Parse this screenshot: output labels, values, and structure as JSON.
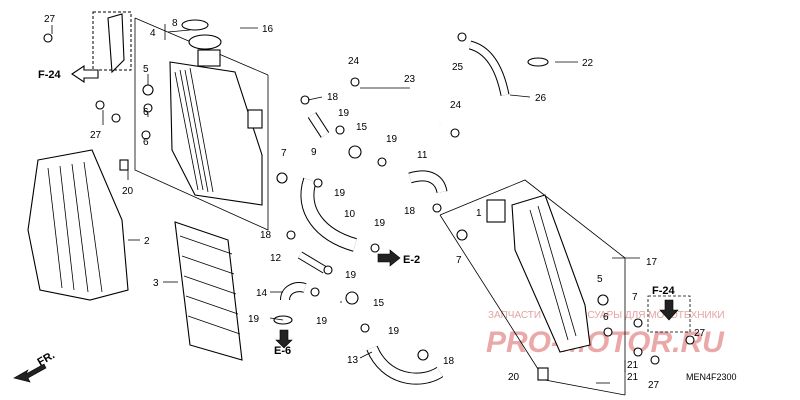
{
  "diagram": {
    "code": "MEN4F2300",
    "watermark": {
      "line1": "ЗАПЧАСТИ И АКСЕССУАРЫ ДЛЯ МОТОТЕХНИКИ",
      "line2": "PRO-MOTOR.RU"
    },
    "direction_label": "FR.",
    "refs": {
      "f24_left": "F-24",
      "f24_right": "F-24",
      "e2": "E-2",
      "e6": "E-6"
    },
    "callouts": {
      "c27a": "27",
      "c8": "8",
      "c4": "4",
      "c16": "16",
      "c24a": "24",
      "c25": "25",
      "c22": "22",
      "c5a": "5",
      "c23": "23",
      "c18a": "18",
      "c26": "26",
      "c6a": "6",
      "c27b": "27",
      "c19a": "19",
      "c24b": "24",
      "c15a": "15",
      "c6b": "6",
      "c9": "9",
      "c19b": "19",
      "c11": "11",
      "c7a": "7",
      "c20a": "20",
      "c19c": "19",
      "c18b": "18",
      "c10": "10",
      "c1": "1",
      "c2": "2",
      "c18c": "18",
      "c19d": "19",
      "c7b": "7",
      "c17": "17",
      "c12": "12",
      "c19e": "19",
      "c3": "3",
      "c14": "14",
      "c15b": "15",
      "c5b": "5",
      "c7c": "7",
      "c19f": "19",
      "c19g": "19",
      "c19h": "19",
      "c6c": "6",
      "c27c": "27",
      "c13": "13",
      "c18d": "18",
      "c20b": "20",
      "c21a": "21",
      "c21b": "21",
      "c27d": "27"
    }
  }
}
